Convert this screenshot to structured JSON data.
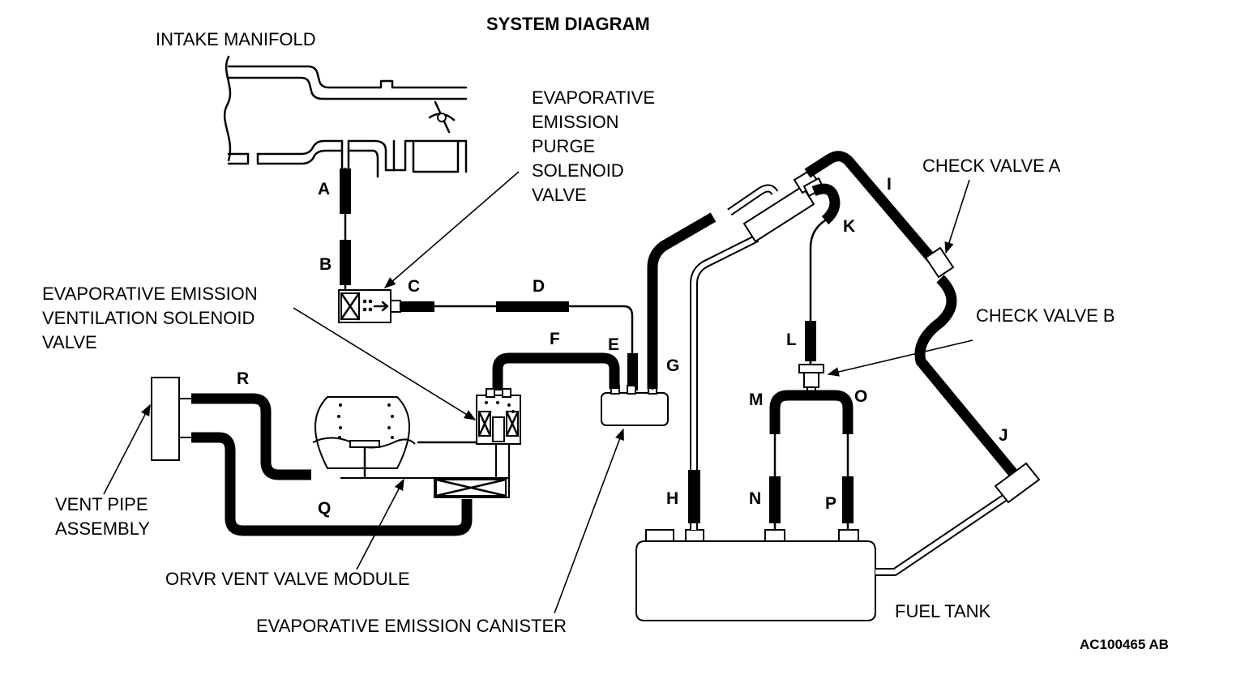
{
  "diagram": {
    "title": "SYSTEM DIAGRAM",
    "reference_code": "AC100465 AB",
    "components": {
      "intake_manifold": "INTAKE MANIFOLD",
      "purge_solenoid": [
        "EVAPORATIVE",
        "EMISSION",
        "PURGE",
        "SOLENOID",
        "VALVE"
      ],
      "ventilation_solenoid": [
        "EVAPORATIVE EMISSION",
        "VENTILATION SOLENOID",
        "VALVE"
      ],
      "vent_pipe": [
        "VENT PIPE",
        "ASSEMBLY"
      ],
      "orvr_module": "ORVR VENT VALVE MODULE",
      "canister": "EVAPORATIVE EMISSION CANISTER",
      "fuel_tank": "FUEL TANK",
      "check_valve_a": "CHECK VALVE A",
      "check_valve_b": "CHECK VALVE B"
    },
    "hose_letters": {
      "A": "A",
      "B": "B",
      "C": "C",
      "D": "D",
      "E": "E",
      "F": "F",
      "G": "G",
      "H": "H",
      "I": "I",
      "J": "J",
      "K": "K",
      "L": "L",
      "M": "M",
      "N": "N",
      "O": "O",
      "P": "P",
      "Q": "Q",
      "R": "R"
    }
  }
}
